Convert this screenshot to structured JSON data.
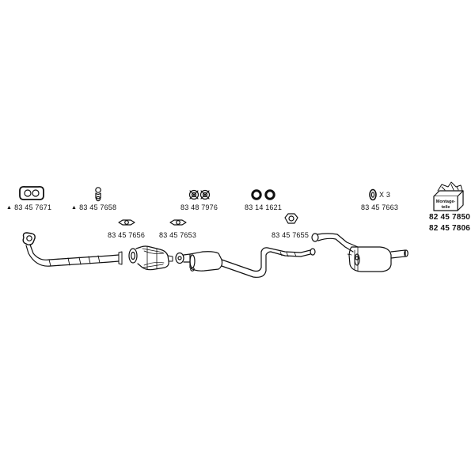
{
  "parts": {
    "p7671": "83 45 7671",
    "p7658": "83 45 7658",
    "p7976": "83 48 7976",
    "p1621": "83 14 1621",
    "p7663": "83 45 7663",
    "p7656": "83 45 7656",
    "p7653": "83 45 7653",
    "p7655": "83 45 7655"
  },
  "quantity": "X 3",
  "kit": {
    "label_line1": "Montage-",
    "label_line2": "teile",
    "code1": "82 45 7850",
    "code2": "82 45 7806"
  }
}
